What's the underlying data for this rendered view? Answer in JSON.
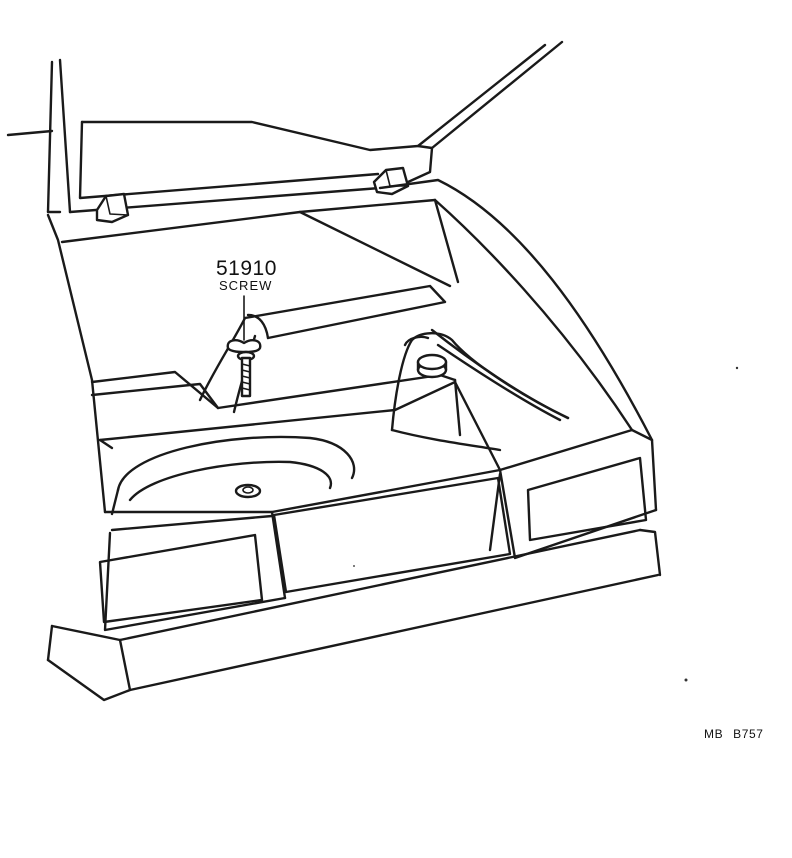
{
  "part": {
    "number": "51910",
    "name": "SCREW"
  },
  "figure": {
    "reference_code": "MB  B757"
  }
}
